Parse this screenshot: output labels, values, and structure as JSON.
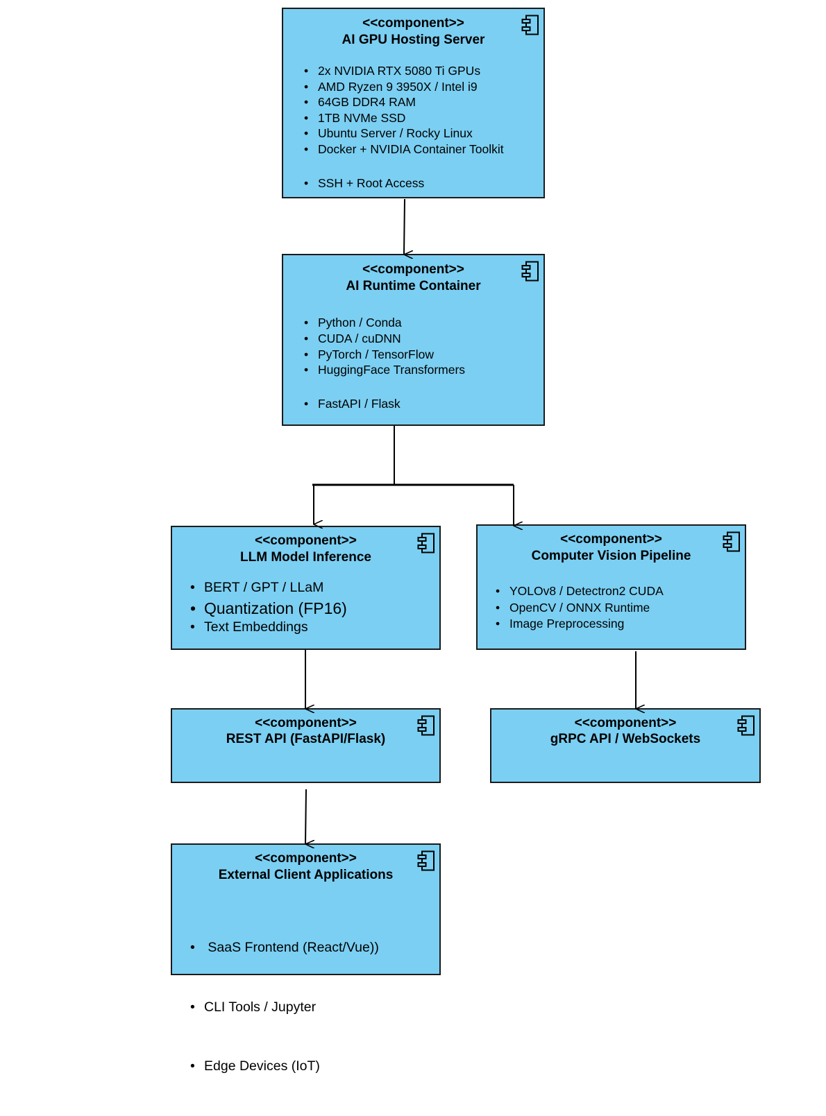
{
  "diagram": {
    "components": [
      {
        "id": "gpu-server",
        "stereotype": "<<component>>",
        "name": "AI GPU Hosting Server",
        "items": [
          "2x NVIDIA RTX 5080 Ti GPUs",
          "AMD Ryzen 9 3950X / Intel i9",
          "64GB DDR4 RAM",
          "1TB NVMe SSD",
          "Ubuntu Server / Rocky Linux",
          "Docker + NVIDIA Container Toolkit"
        ],
        "items_extra": [
          "SSH + Root Access"
        ]
      },
      {
        "id": "runtime-container",
        "stereotype": "<<component>>",
        "name": "AI Runtime Container",
        "items": [
          "Python / Conda",
          "CUDA / cuDNN",
          "PyTorch / TensorFlow",
          "HuggingFace Transformers"
        ],
        "items_extra": [
          "FastAPI / Flask"
        ]
      },
      {
        "id": "llm-inference",
        "stereotype": "<<component>>",
        "name": "LLM Model Inference",
        "items": [
          "BERT / GPT / LLaM",
          "Quantization (FP16)",
          "Text Embeddings"
        ]
      },
      {
        "id": "cv-pipeline",
        "stereotype": "<<component>>",
        "name": "Computer Vision Pipeline",
        "items": [
          "YOLOv8 / Detectron2  CUDA",
          "OpenCV / ONNX Runtime",
          "Image Preprocessing"
        ]
      },
      {
        "id": "rest-api",
        "stereotype": "<<component>>",
        "name": "REST API (FastAPI/Flask)",
        "items": []
      },
      {
        "id": "grpc-api",
        "stereotype": "<<component>>",
        "name": "gRPC API / WebSockets",
        "items": []
      },
      {
        "id": "client-apps",
        "stereotype": "<<component>>",
        "name": "External Client Applications",
        "items": [
          " SaaS Frontend (React/Vue))",
          "CLI Tools / Jupyter",
          "Edge Devices (IoT)"
        ]
      }
    ],
    "colors": {
      "box_fill": "#7bcff2",
      "border": "#1a1a1a",
      "arrow": "#000000"
    }
  }
}
